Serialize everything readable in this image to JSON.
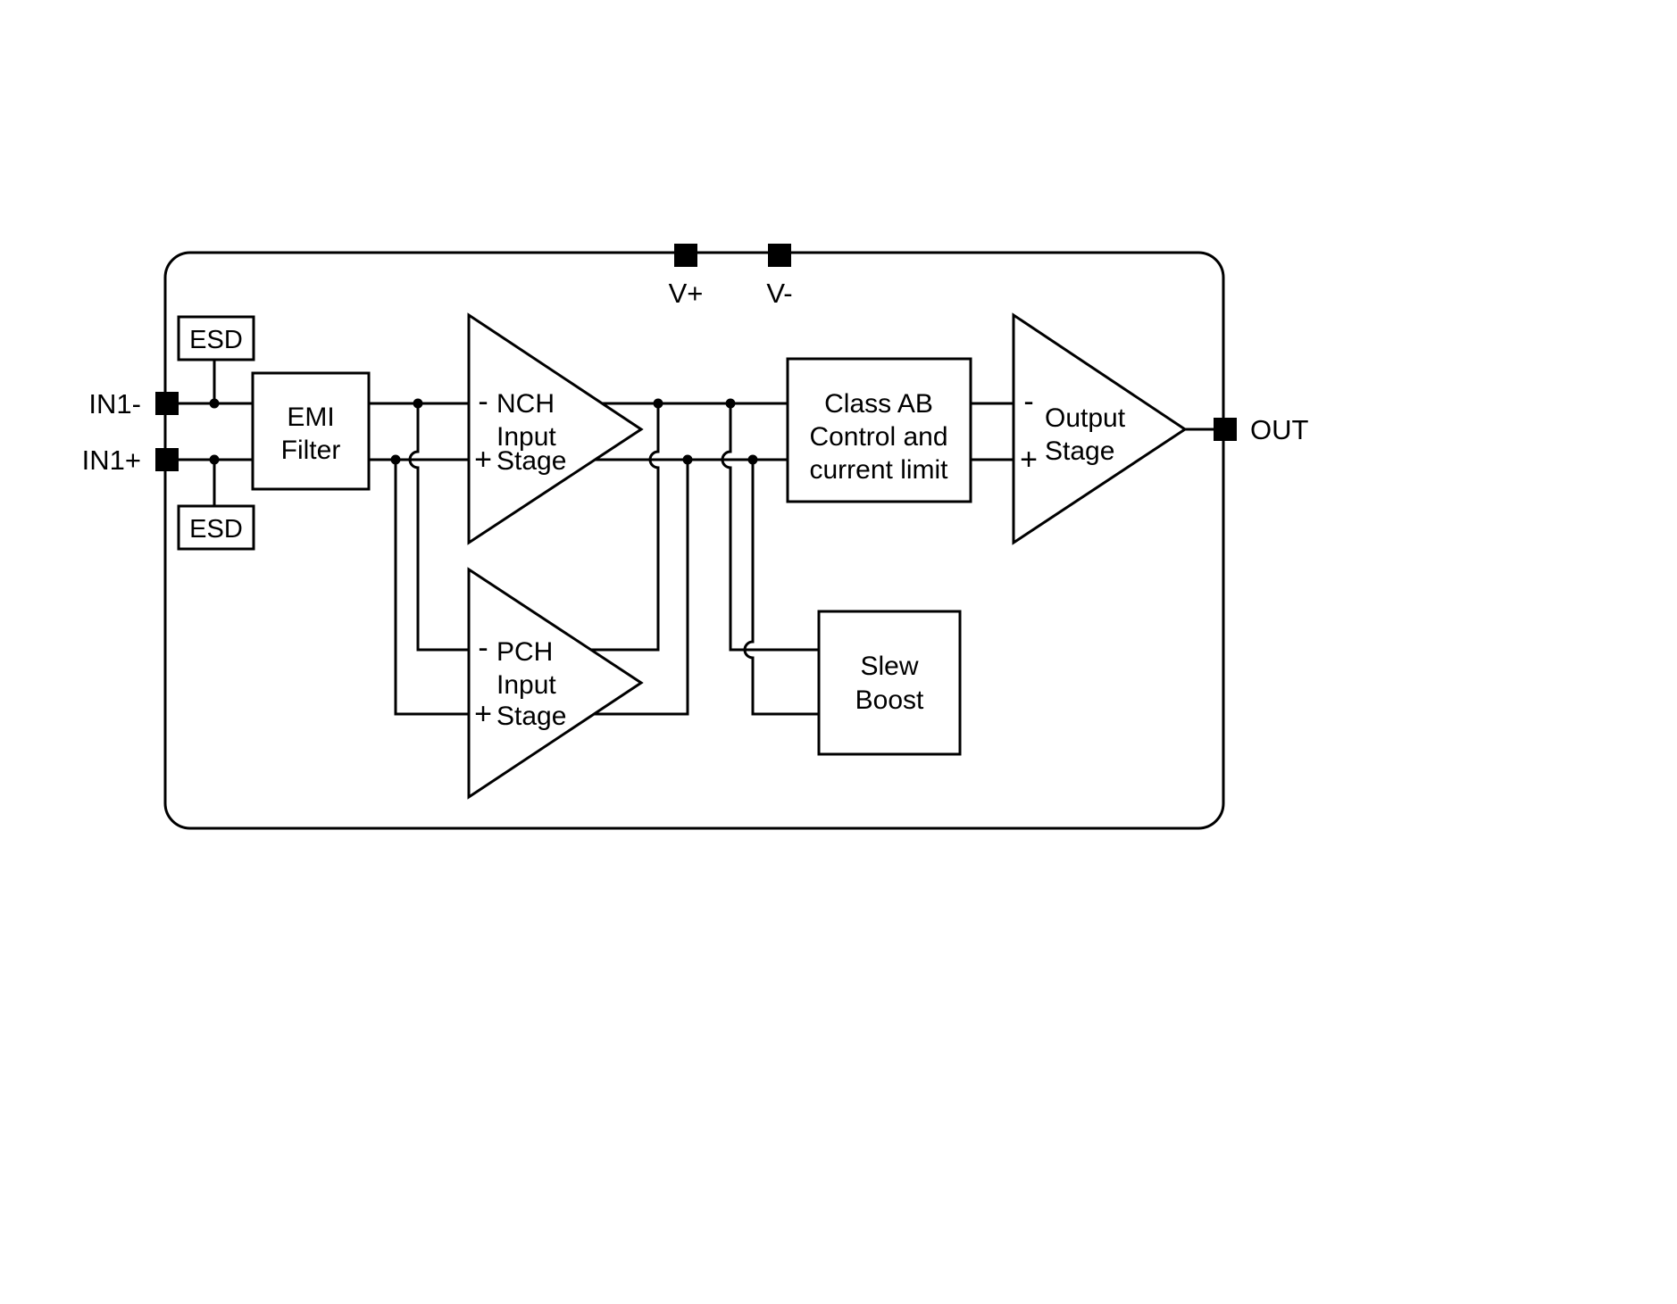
{
  "pins": {
    "in1_minus": "IN1-",
    "in1_plus": "IN1+",
    "v_plus": "V+",
    "v_minus": "V-",
    "out": "OUT"
  },
  "blocks": {
    "esd_top": "ESD",
    "esd_bottom": "ESD",
    "emi_filter": [
      "EMI",
      "Filter"
    ],
    "nch_input_stage": [
      "NCH",
      "Input",
      "Stage"
    ],
    "pch_input_stage": [
      "PCH",
      "Input",
      "Stage"
    ],
    "class_ab": [
      "Class AB",
      "Control and",
      "current limit"
    ],
    "slew_boost": [
      "Slew",
      "Boost"
    ],
    "output_stage": [
      "Output",
      "Stage"
    ]
  },
  "polarity": {
    "minus": "-",
    "plus": "+"
  },
  "colors": {
    "line": "#000000",
    "fill": "#ffffff",
    "pin": "#000000",
    "background": "#ffffff"
  }
}
